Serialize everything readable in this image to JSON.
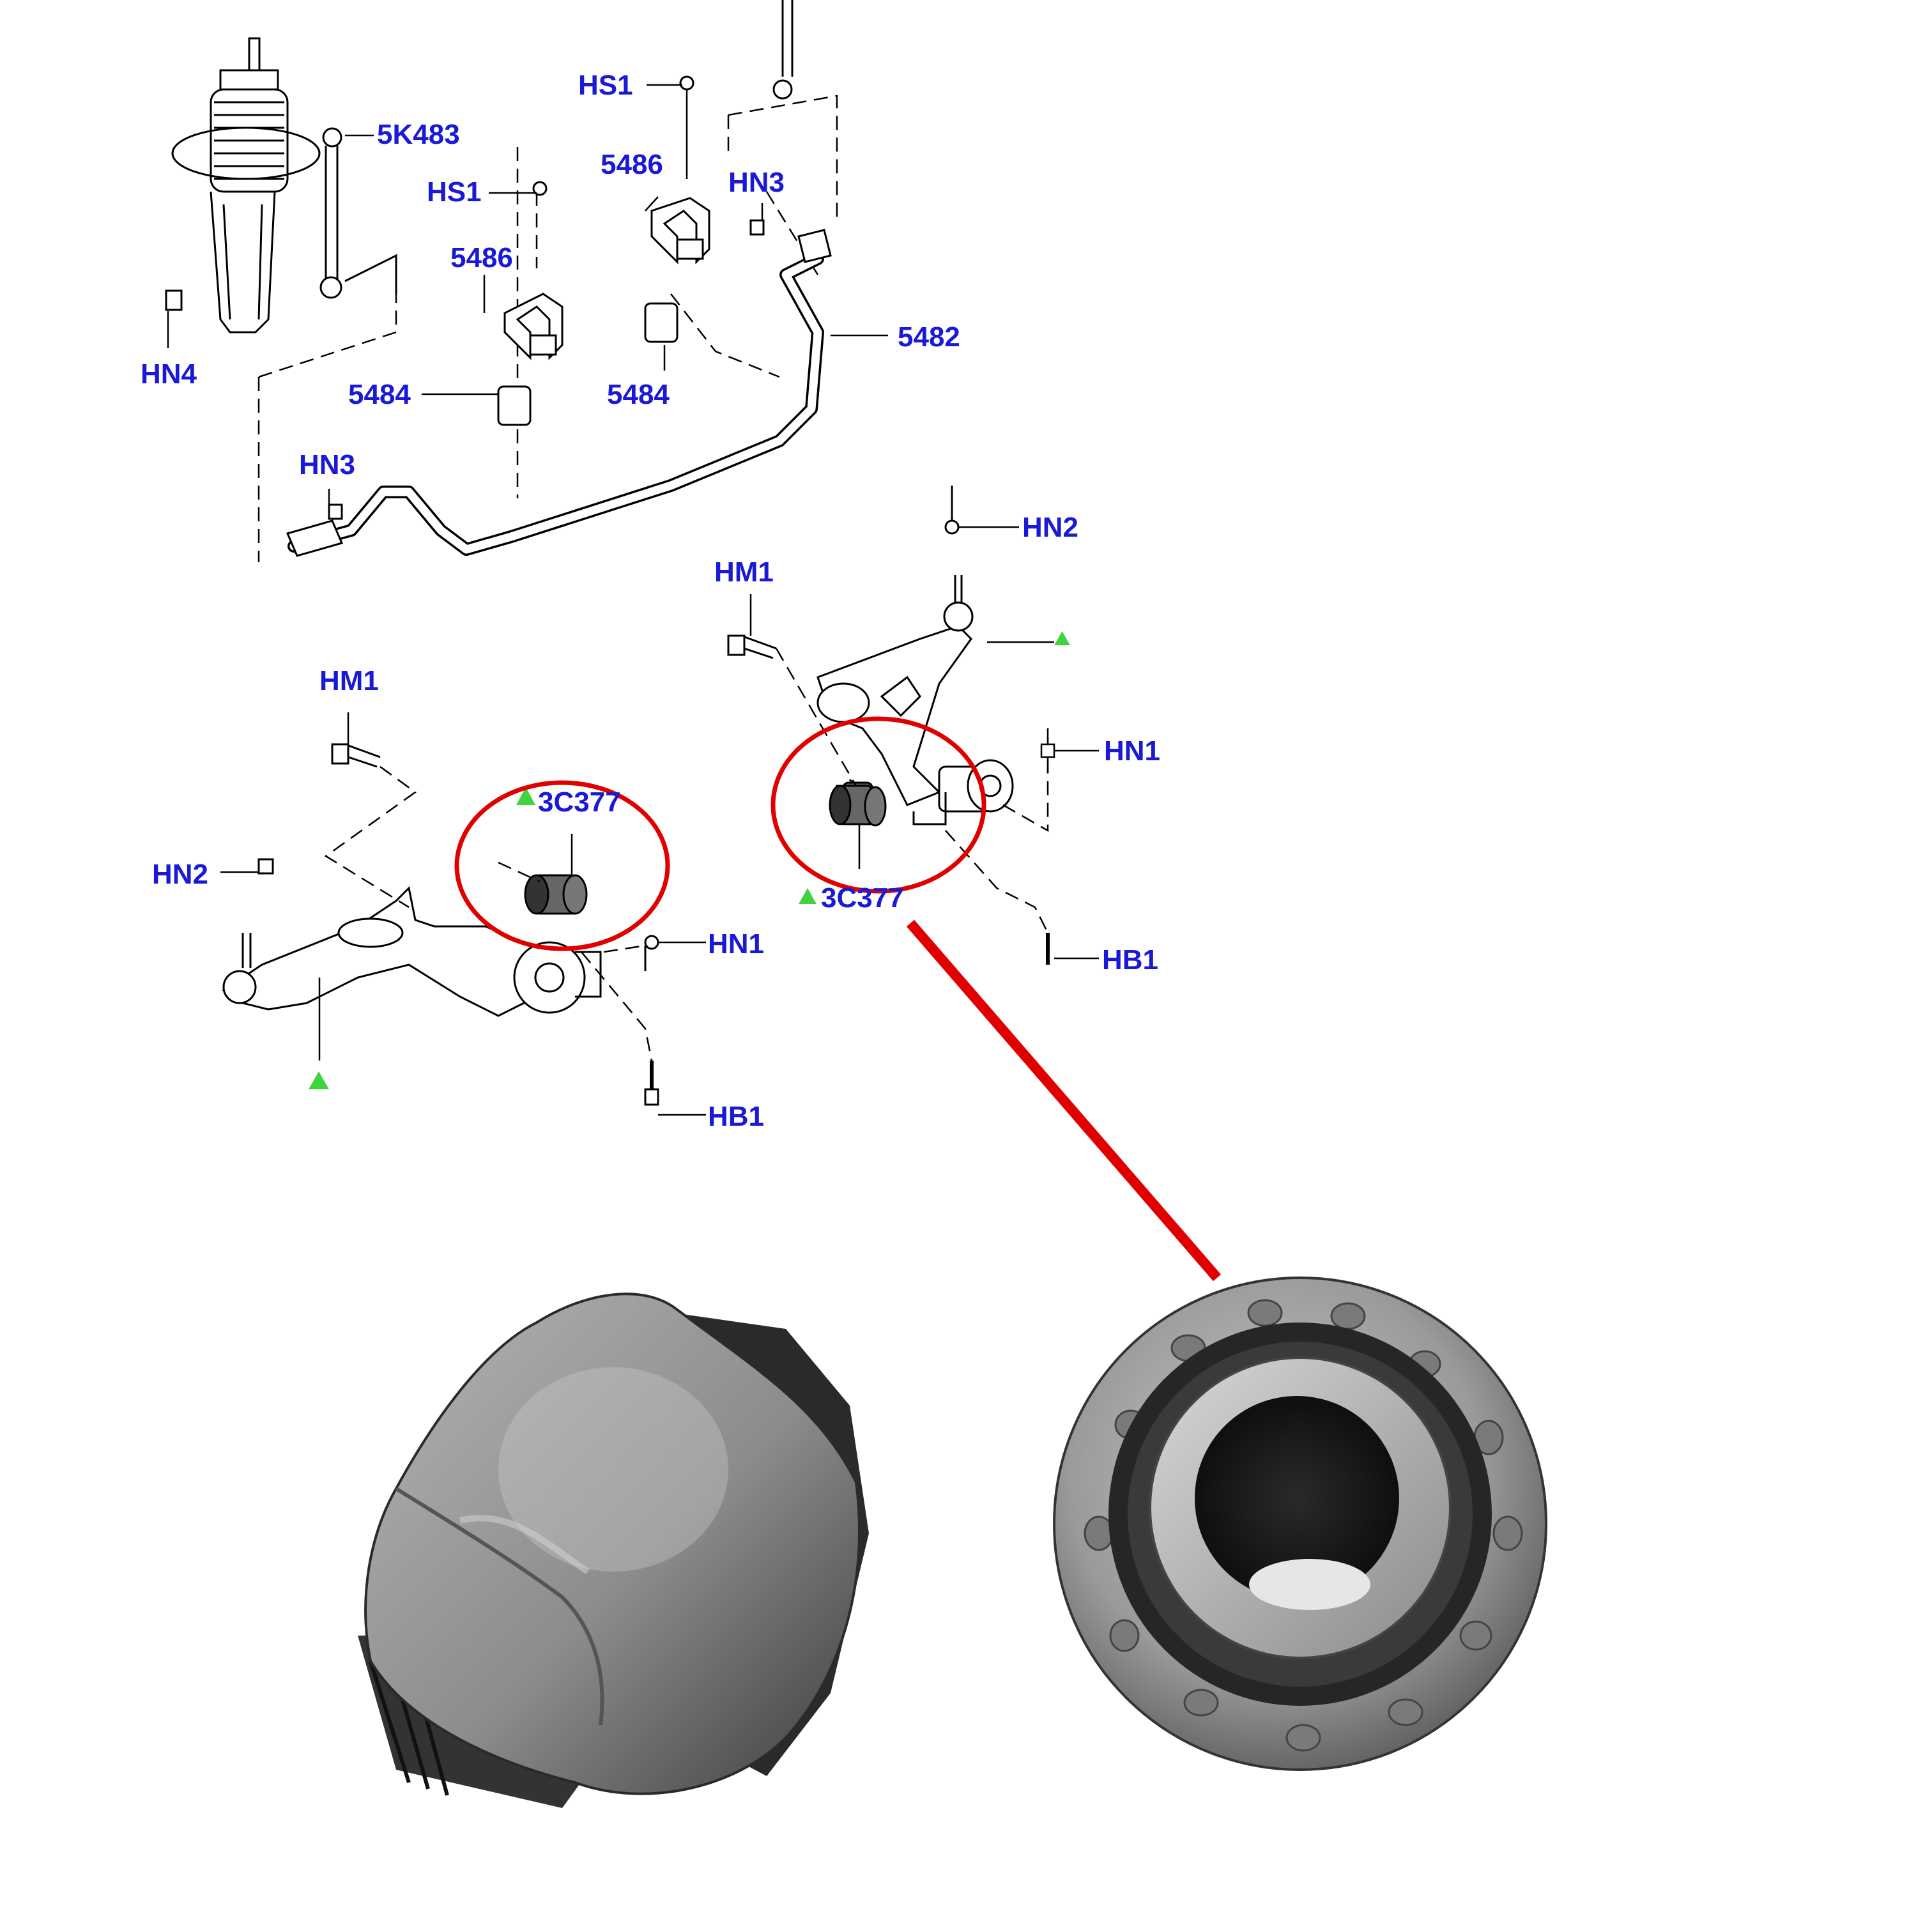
{
  "colors": {
    "label": "#1a1ad6",
    "highlight": "#e00000",
    "marker": "#3fd33f",
    "line": "#000000"
  },
  "labels": {
    "hs1_top": "HS1",
    "5k483": "5K483",
    "5486_right": "5486",
    "hn3_top": "HN3",
    "hs1_left": "HS1",
    "5486_left": "5486",
    "5482": "5482",
    "hn4": "HN4",
    "5484_left": "5484",
    "5484_right": "5484",
    "hn3_left": "HN3",
    "hn2_right": "HN2",
    "hm1_right": "HM1",
    "hm1_left": "HM1",
    "hn1_right": "HN1",
    "3c377_left": "3C377",
    "3c377_right": "3C377",
    "hn2_left": "HN2",
    "hn1_left": "HN1",
    "hb1_right": "HB1",
    "hb1_left": "HB1"
  }
}
